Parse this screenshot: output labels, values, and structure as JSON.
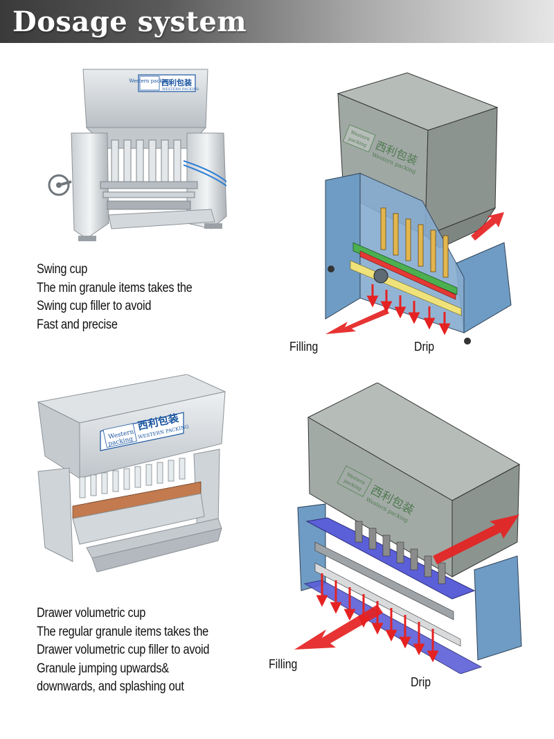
{
  "header": {
    "title": "Dosage system"
  },
  "logo": {
    "brand_en": "Western packing",
    "brand_cn": "西利包装",
    "brand_caps": "WESTERN PACKING"
  },
  "swing_cup": {
    "lines": [
      "Swing  cup",
      "The min granule items takes the",
      "Swing  cup filler to avoid",
      "Fast and precise"
    ],
    "callouts": {
      "filling": "Filling",
      "drip": "Drip"
    }
  },
  "drawer_cup": {
    "lines": [
      "Drawer volumetric cup",
      "The regular granule items takes the",
      "Drawer volumetric cup filler to avoid",
      "Granule jumping upwards&",
      "downwards, and splashing out"
    ],
    "callouts": {
      "filling": "Filling",
      "drip": "Drip"
    }
  },
  "colors": {
    "arrow_red": "#e52222",
    "frame_blue": "#6f9cc4",
    "hopper_grey": "#9ea7a3",
    "tray_purple": "#5b5fd8"
  }
}
